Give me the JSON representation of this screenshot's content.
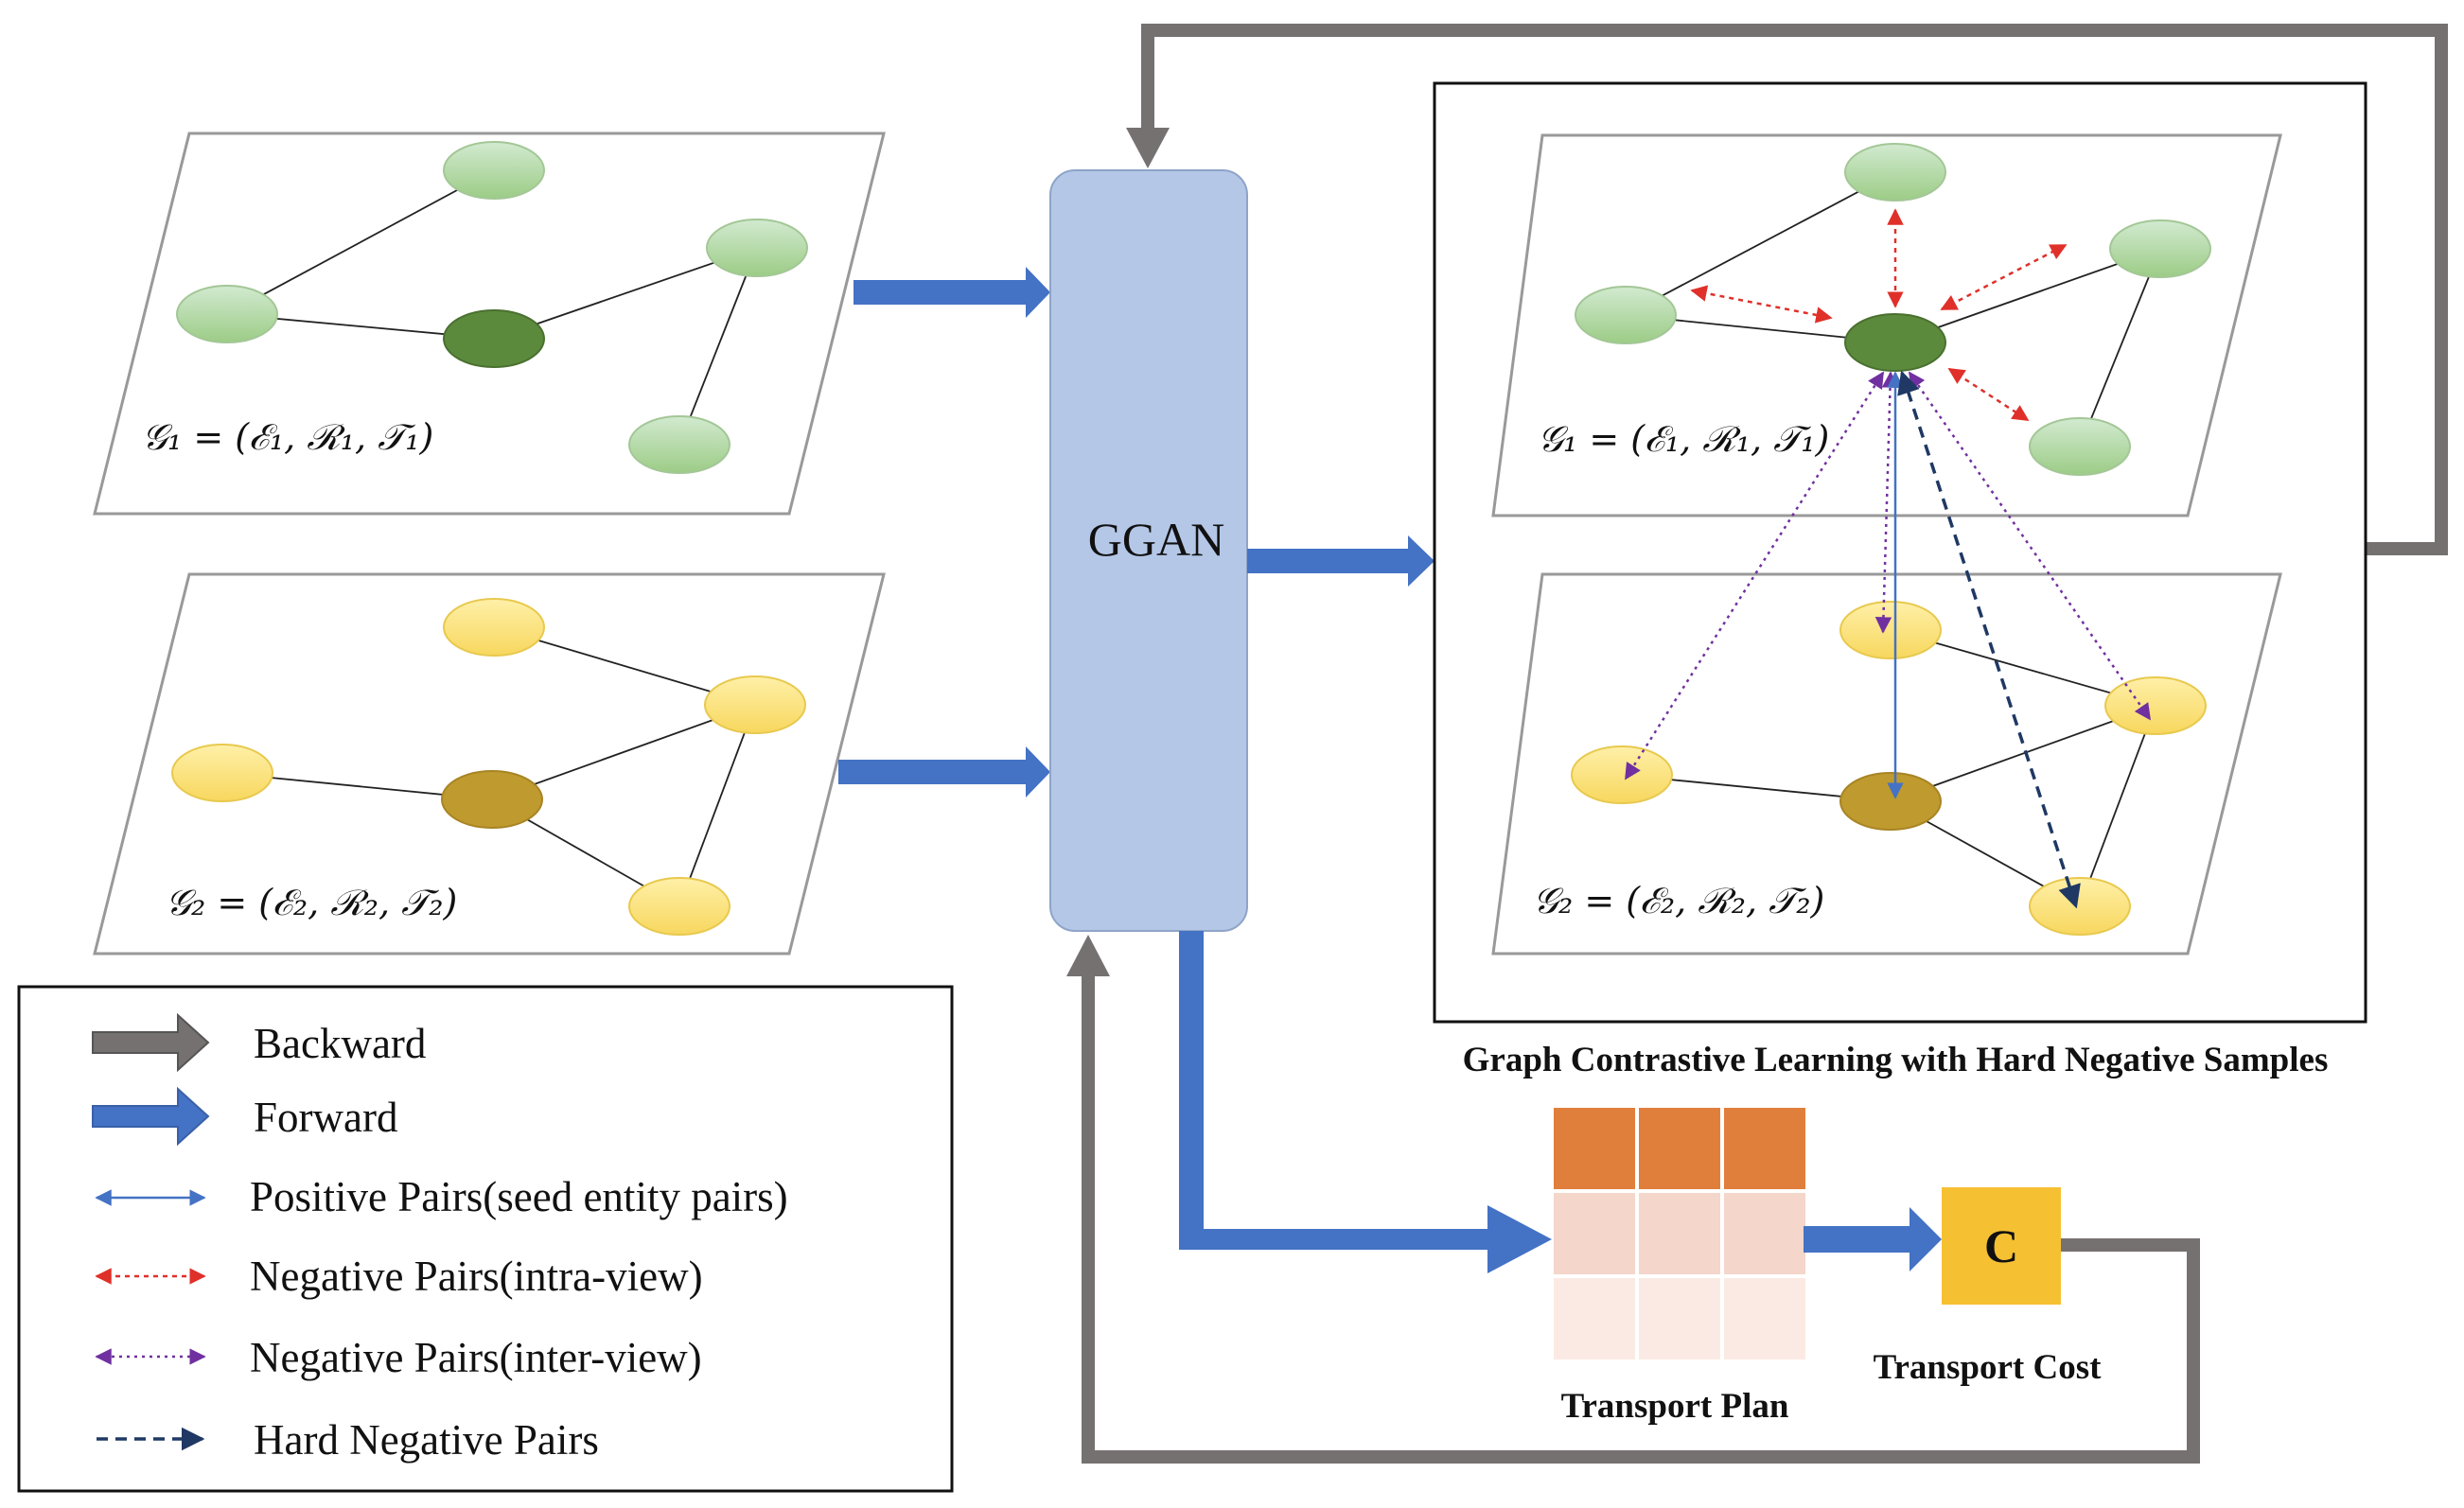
{
  "encoder": {
    "label": "GGAN"
  },
  "graphs": {
    "g1_left": {
      "label": "𝒢₁ = (ℰ₁, ℛ₁, 𝒯₁)"
    },
    "g2_left": {
      "label": "𝒢₂ = (ℰ₂, ℛ₂, 𝒯₂)"
    },
    "g1_right": {
      "label": "𝒢₁ = (ℰ₁, ℛ₁, 𝒯₁)"
    },
    "g2_right": {
      "label": "𝒢₂ = (ℰ₂, ℛ₂, 𝒯₂)"
    }
  },
  "contrastive_title": "Graph Contrastive Learning with Hard Negative Samples",
  "transport": {
    "plan_label": "Transport Plan",
    "cost_label": "Transport Cost",
    "cost_symbol": "C"
  },
  "legend": {
    "items": [
      {
        "label": "Backward",
        "style": "gray-arrow"
      },
      {
        "label": "Forward",
        "style": "blue-arrow"
      },
      {
        "label": "Positive Pairs(seed entity pairs)",
        "style": "blue-solid-double"
      },
      {
        "label": "Negative Pairs(intra-view)",
        "style": "red-dotted-double"
      },
      {
        "label": "Negative Pairs(inter-view)",
        "style": "purple-dotted-double"
      },
      {
        "label": "Hard Negative Pairs",
        "style": "navy-dashed"
      }
    ]
  },
  "colors": {
    "encoder_fill": "#b4c7e7",
    "forward_arrow": "#4472c4",
    "backward_arrow": "#767171",
    "g1_node": "#a9d18e",
    "g1_anchor": "#548235",
    "g2_node": "#ffe07a",
    "g2_anchor": "#bf9000",
    "positive": "#4472c4",
    "negative_intra": "#e0302a",
    "negative_inter": "#7030a0",
    "hard_negative": "#1f3864",
    "cost_box": "#f6c033",
    "plan_top": "#e07f3c",
    "plan_mid": "#f4d6cb",
    "plan_low": "#fbeae4"
  }
}
